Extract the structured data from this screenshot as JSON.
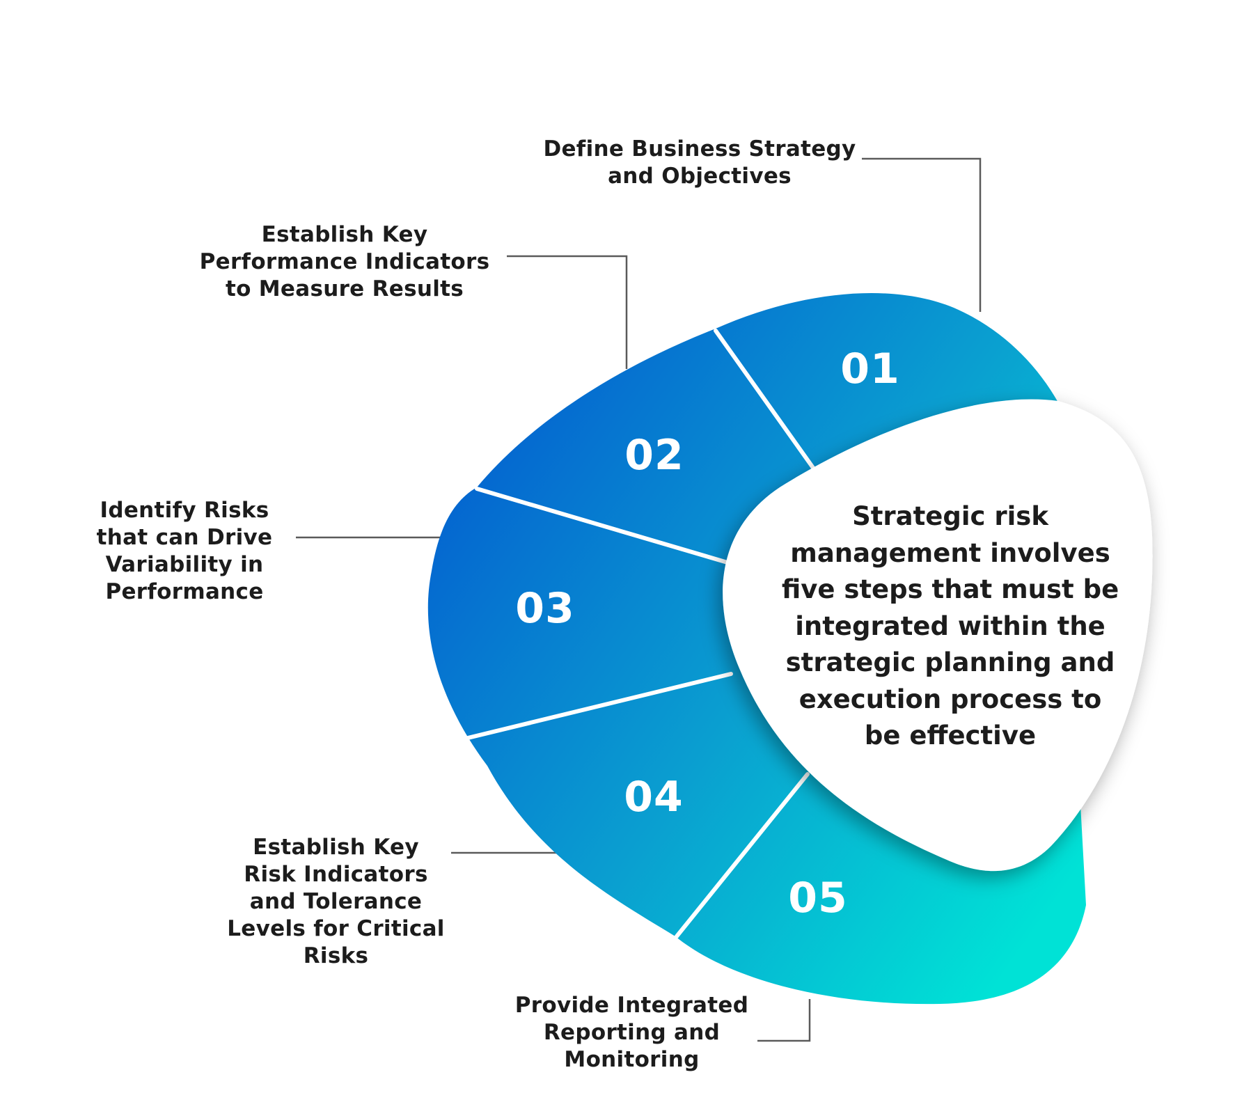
{
  "steps": [
    {
      "number": "01",
      "label": "Define Business Strategy\nand Objectives"
    },
    {
      "number": "02",
      "label": "Establish Key\nPerformance Indicators\nto Measure Results"
    },
    {
      "number": "03",
      "label": "Identify Risks\nthat can Drive\nVariability in\nPerformance"
    },
    {
      "number": "04",
      "label": "Establish Key\nRisk Indicators\nand Tolerance\nLevels for Critical\nRisks"
    },
    {
      "number": "05",
      "label": "Provide Integrated\nReporting and\nMonitoring"
    }
  ],
  "center": {
    "text": "Strategic risk\nmanagement involves\nfive steps that must be\nintegrated within the\nstrategic planning and\nexecution process to\nbe effective"
  },
  "colors": {
    "gradient_dark": "#0463d0",
    "gradient_mid": "#0a9fd0",
    "gradient_light": "#00e2d6",
    "connector": "#5a5a5a",
    "divider": "#ffffff",
    "text": "#1c1c1c"
  }
}
